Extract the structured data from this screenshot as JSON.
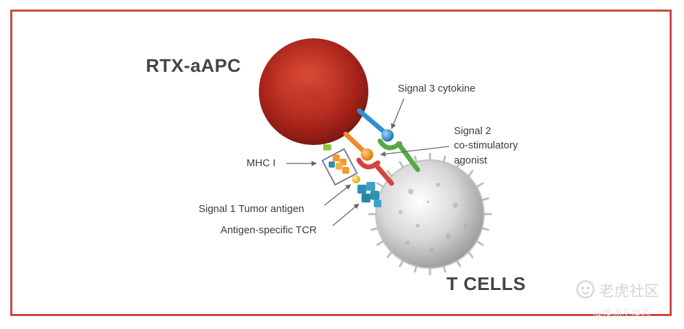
{
  "diagram": {
    "cell_top_label": "RTX-aAPC",
    "cell_bottom_label": "T CELLS",
    "signal3_label": "Signal 3 cytokine",
    "signal2_lines": [
      "Signal 2",
      "co-stimulatory",
      "agonist"
    ],
    "mhc_label": "MHC I",
    "signal1_label": "Signal 1 Tumor antigen",
    "tcr_label": "Antigen-specific TCR"
  },
  "watermark": {
    "brand": "老虎社区",
    "handle": "@换汤不换药"
  },
  "colors": {
    "frame": "#c8453f",
    "red_cell": "#b82a1d",
    "t_cell": "#cfcfcf",
    "cytokine_blue": "#2f8fd0",
    "costim_orange": "#f08a24",
    "receptor_green": "#57a843",
    "receptor_red": "#d2453b",
    "mhc_orange": "#f29a2e",
    "tcr_teal": "#2e8fb0"
  }
}
